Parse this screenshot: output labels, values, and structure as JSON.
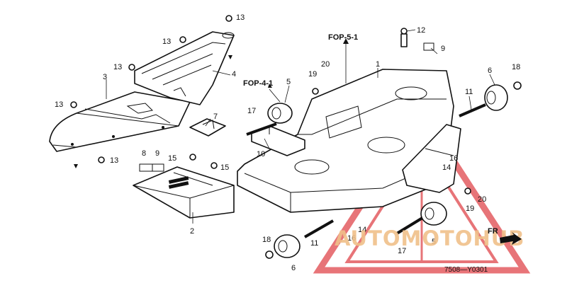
{
  "diagram": {
    "part_code": "7508—Y0301",
    "references": {
      "fop51": "FOP-5-1",
      "fop41": "FOP-4-1"
    },
    "callouts": {
      "c1": "1",
      "c2": "2",
      "c3": "3",
      "c4": "4",
      "c5a": "5",
      "c5b": "5",
      "c6a": "6",
      "c6b": "6",
      "c7": "7",
      "c8": "8",
      "c9a": "9",
      "c9b": "9",
      "c10": "10",
      "c11a": "11",
      "c11b": "11",
      "c12": "12",
      "c13a": "13",
      "c13b": "13",
      "c13c": "13",
      "c13d": "13",
      "c13e": "13",
      "c14a": "14",
      "c14b": "14",
      "c15a": "15",
      "c15b": "15",
      "c16a": "16",
      "c16b": "16",
      "c17a": "17",
      "c17b": "17",
      "c18a": "18",
      "c18b": "18",
      "c19a": "19",
      "c19b": "19",
      "c20a": "20",
      "c20b": "20"
    }
  },
  "watermark": {
    "text": "AUTOMOTOHUB",
    "direction_label": "FR",
    "colors": {
      "triangle": "#e0464b",
      "text": "#f0c08a",
      "hub": "#666666"
    }
  }
}
